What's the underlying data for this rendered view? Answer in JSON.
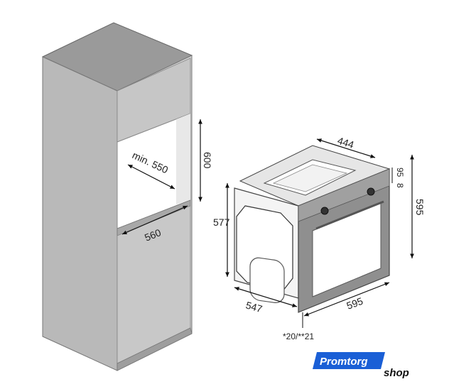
{
  "dimensions": {
    "cabinet_niche_height": "600",
    "cabinet_niche_depth": "min. 550",
    "cabinet_niche_width": "560",
    "oven_top_width": "444",
    "oven_height": "577",
    "oven_depth": "547",
    "oven_front_width": "595",
    "oven_front_height": "595",
    "panel_top_offset": "95",
    "panel_gap": "8",
    "bottom_offsets": "*20/**21"
  },
  "logo": {
    "brand": "Promtorg",
    "suffix": "shop",
    "color": "#1a5fd6"
  }
}
